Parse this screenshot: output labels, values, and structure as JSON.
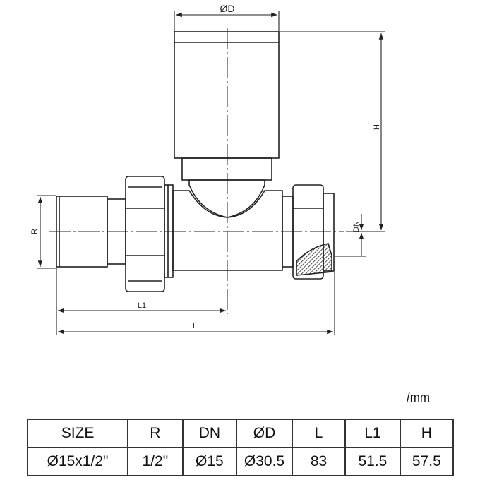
{
  "drawing": {
    "labels": {
      "diameter": "ØD",
      "height": "H",
      "thread": "R",
      "nominal": "DN",
      "length1": "L1",
      "length": "L"
    }
  },
  "unit": "/mm",
  "table": {
    "headers": [
      "SIZE",
      "R",
      "DN",
      "ØD",
      "L",
      "L1",
      "H"
    ],
    "rows": [
      [
        "Ø15x1/2\"",
        "1/2\"",
        "Ø15",
        "Ø30.5",
        "83",
        "51.5",
        "57.5"
      ]
    ]
  }
}
